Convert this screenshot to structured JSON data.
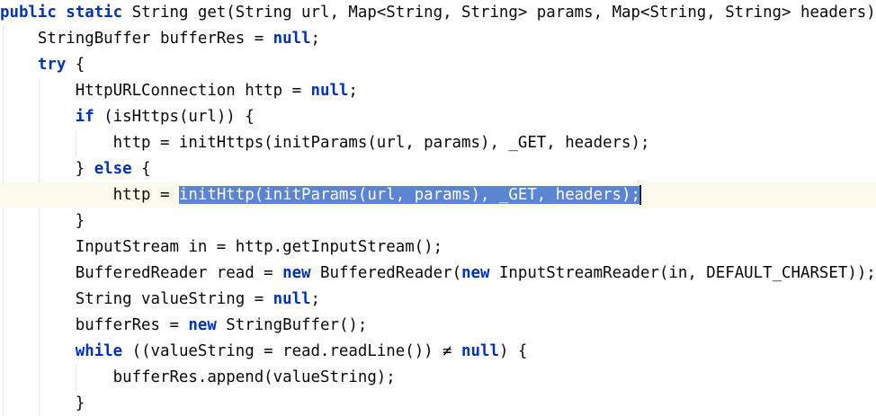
{
  "code": {
    "lines": [
      {
        "parts": [
          {
            "t": "public static",
            "c": "kw"
          },
          {
            "t": " String get(String url, Map<String, String> params, Map<String, String> headers) {"
          }
        ]
      },
      {
        "parts": [
          {
            "t": "    StringBuffer bufferRes = "
          },
          {
            "t": "null",
            "c": "kw"
          },
          {
            "t": ";"
          }
        ]
      },
      {
        "parts": [
          {
            "t": "    "
          },
          {
            "t": "try",
            "c": "kw"
          },
          {
            "t": " {"
          }
        ]
      },
      {
        "parts": [
          {
            "t": "        HttpURLConnection http = "
          },
          {
            "t": "null",
            "c": "kw"
          },
          {
            "t": ";"
          }
        ]
      },
      {
        "parts": [
          {
            "t": "        "
          },
          {
            "t": "if",
            "c": "kw"
          },
          {
            "t": " (isHttps(url)) {"
          }
        ]
      },
      {
        "parts": [
          {
            "t": "            http = initHttps(initParams(url, params), _GET, headers);"
          }
        ]
      },
      {
        "parts": [
          {
            "t": "        } "
          },
          {
            "t": "else",
            "c": "kw"
          },
          {
            "t": " {"
          }
        ]
      },
      {
        "current": true,
        "parts": [
          {
            "t": "            http = "
          },
          {
            "t": "initHttp(initParams(url, params), _GET, headers);",
            "c": "sel"
          },
          {
            "caret": true
          }
        ]
      },
      {
        "parts": [
          {
            "t": "        }"
          }
        ]
      },
      {
        "parts": [
          {
            "t": "        InputStream in = http.getInputStream();"
          }
        ]
      },
      {
        "parts": [
          {
            "t": "        BufferedReader read = "
          },
          {
            "t": "new",
            "c": "kw"
          },
          {
            "t": " BufferedReader("
          },
          {
            "t": "new",
            "c": "kw"
          },
          {
            "t": " InputStreamReader(in, DEFAULT_CHARSET));"
          }
        ]
      },
      {
        "parts": [
          {
            "t": "        String valueString = "
          },
          {
            "t": "null",
            "c": "kw"
          },
          {
            "t": ";"
          }
        ]
      },
      {
        "parts": [
          {
            "t": "        bufferRes = "
          },
          {
            "t": "new",
            "c": "kw"
          },
          {
            "t": " StringBuffer();"
          }
        ]
      },
      {
        "parts": [
          {
            "t": "        "
          },
          {
            "t": "while",
            "c": "kw"
          },
          {
            "t": " ((valueString = read.readLine()) ≠ "
          },
          {
            "t": "null",
            "c": "kw"
          },
          {
            "t": ") {"
          }
        ]
      },
      {
        "parts": [
          {
            "t": "            bufferRes.append(valueString);"
          }
        ]
      },
      {
        "parts": [
          {
            "t": "        }"
          }
        ]
      }
    ]
  }
}
